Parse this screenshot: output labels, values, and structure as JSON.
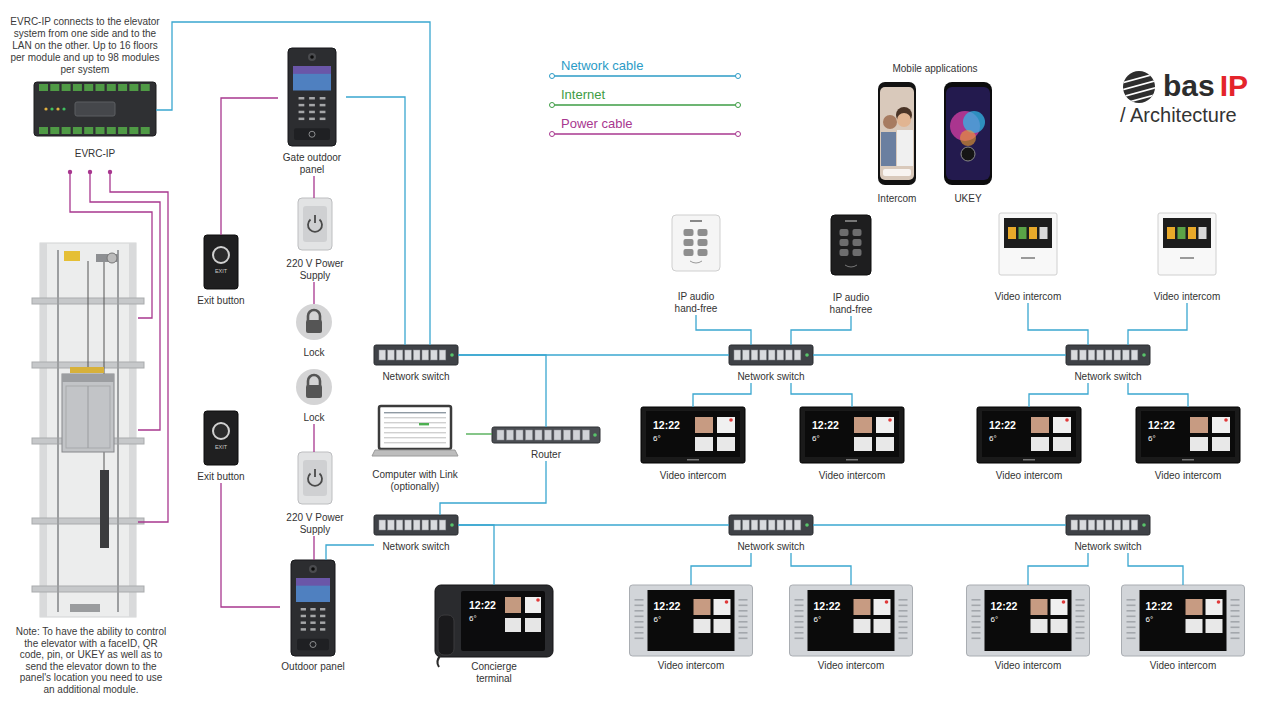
{
  "diagram": {
    "nodes": [
      {
        "text": [
          "EVRC-IP"
        ]
      },
      {
        "text": [
          "Gate outdoor panel"
        ]
      },
      {
        "text": [
          "Exit button"
        ]
      },
      {
        "text": [
          "220 V Power Supply"
        ]
      },
      {
        "text": [
          "Lock"
        ]
      },
      {
        "text": [
          "Lock"
        ]
      },
      {
        "text": [
          "220 V Power Supply"
        ]
      },
      {
        "text": [
          "Exit button"
        ]
      },
      {
        "text": [
          "Outdoor panel"
        ]
      },
      {
        "text": [
          "Network switch"
        ]
      },
      {
        "text": [
          "Computer with Link (optionally)"
        ]
      },
      {
        "text": [
          "Router"
        ]
      },
      {
        "text": [
          "Network switch"
        ]
      },
      {
        "text": [
          "Concierge terminal"
        ]
      },
      {
        "text": [
          "Intercom"
        ]
      },
      {
        "text": [
          "UKEY"
        ]
      },
      {
        "text": [
          "IP audio hand-free"
        ]
      },
      {
        "text": [
          "IP audio hand-free"
        ]
      },
      {
        "text": [
          "Video intercom"
        ]
      },
      {
        "text": [
          "Video intercom"
        ]
      },
      {
        "text": [
          "Network switch"
        ]
      },
      {
        "text": [
          "Network switch"
        ]
      },
      {
        "text": [
          "Video intercom"
        ]
      },
      {
        "text": [
          "Video intercom"
        ]
      },
      {
        "text": [
          "Video intercom"
        ]
      },
      {
        "text": [
          "Video intercom"
        ]
      },
      {
        "text": [
          "Network switch"
        ]
      },
      {
        "text": [
          "Network switch"
        ]
      },
      {
        "text": [
          "Video intercom"
        ]
      },
      {
        "text": [
          "Video intercom"
        ]
      },
      {
        "text": [
          "Video intercom"
        ]
      },
      {
        "text": [
          "Video intercom"
        ]
      }
    ],
    "edges": [
      {
        "from": 0,
        "to": 9,
        "arrow": "none"
      },
      {
        "from": 1,
        "to": 9,
        "arrow": "none"
      },
      {
        "from": 1,
        "to": 2,
        "arrow": "none"
      },
      {
        "from": 1,
        "to": 3,
        "arrow": "none"
      },
      {
        "from": 3,
        "to": 4,
        "arrow": "none"
      },
      {
        "from": 6,
        "to": 5,
        "arrow": "none"
      },
      {
        "from": 6,
        "to": 8,
        "arrow": "none"
      },
      {
        "from": 7,
        "to": 8,
        "arrow": "none"
      },
      {
        "from": 9,
        "to": 11,
        "arrow": "none"
      },
      {
        "from": 10,
        "to": 11,
        "arrow": "none"
      },
      {
        "from": 11,
        "to": 12,
        "arrow": "none"
      },
      {
        "from": 12,
        "to": 8,
        "arrow": "none"
      },
      {
        "from": 12,
        "to": 13,
        "arrow": "none"
      },
      {
        "from": 9,
        "to": 20,
        "arrow": "none"
      },
      {
        "from": 20,
        "to": 21,
        "arrow": "none"
      },
      {
        "from": 12,
        "to": 26,
        "arrow": "none"
      },
      {
        "from": 26,
        "to": 27,
        "arrow": "none"
      },
      {
        "from": 20,
        "to": 16,
        "arrow": "none"
      },
      {
        "from": 20,
        "to": 17,
        "arrow": "none"
      },
      {
        "from": 20,
        "to": 22,
        "arrow": "none"
      },
      {
        "from": 20,
        "to": 23,
        "arrow": "none"
      },
      {
        "from": 21,
        "to": 18,
        "arrow": "none"
      },
      {
        "from": 21,
        "to": 19,
        "arrow": "none"
      },
      {
        "from": 21,
        "to": 24,
        "arrow": "none"
      },
      {
        "from": 21,
        "to": 25,
        "arrow": "none"
      },
      {
        "from": 26,
        "to": 28,
        "arrow": "none"
      },
      {
        "from": 26,
        "to": 29,
        "arrow": "none"
      },
      {
        "from": 27,
        "to": 30,
        "arrow": "none"
      },
      {
        "from": 27,
        "to": 31,
        "arrow": "none"
      }
    ],
    "labels": [
      "EVRC-IP connects to the elevator system from one side and to the LAN on the other. Up to 16 floors per module and up to 98 modules per system",
      "Mobile applications",
      "bas",
      "IP",
      "/ Architecture",
      "EXIT",
      "EXIT",
      "12:22",
      "12:22",
      "12:22",
      "12:22",
      "12:22",
      "12:22",
      "12:22",
      "12:22",
      "12:22",
      "6°",
      "6°",
      "6°",
      "6°",
      "6°",
      "6°",
      "6°",
      "6°",
      "6°",
      "Note: To have the ability to control the elevator with a faceID, QR code, pin, or UKEY as well as to send the elevator down to the panel's location you need to use an additional module."
    ],
    "legend": [
      {
        "text": "Network cable"
      },
      {
        "text": "Internet"
      },
      {
        "text": "Power cable"
      }
    ]
  }
}
